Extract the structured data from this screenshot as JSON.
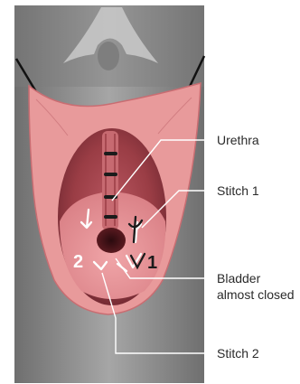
{
  "labels": {
    "urethra": "Urethra",
    "stitch_1": "Stitch 1",
    "bladder_line1": "Bladder",
    "bladder_line2": "almost closed",
    "stitch_2": "Stitch 2"
  },
  "handwritten": {
    "number_1": "1",
    "number_2": "2"
  },
  "colors": {
    "background_gray": "#8e8e8e",
    "flesh_light": "#e99a9a",
    "flesh_mid": "#d57878",
    "cavity_dark": "#7a2a2f",
    "callout_line": "#ffffff",
    "label_text": "#2a2a2a"
  }
}
